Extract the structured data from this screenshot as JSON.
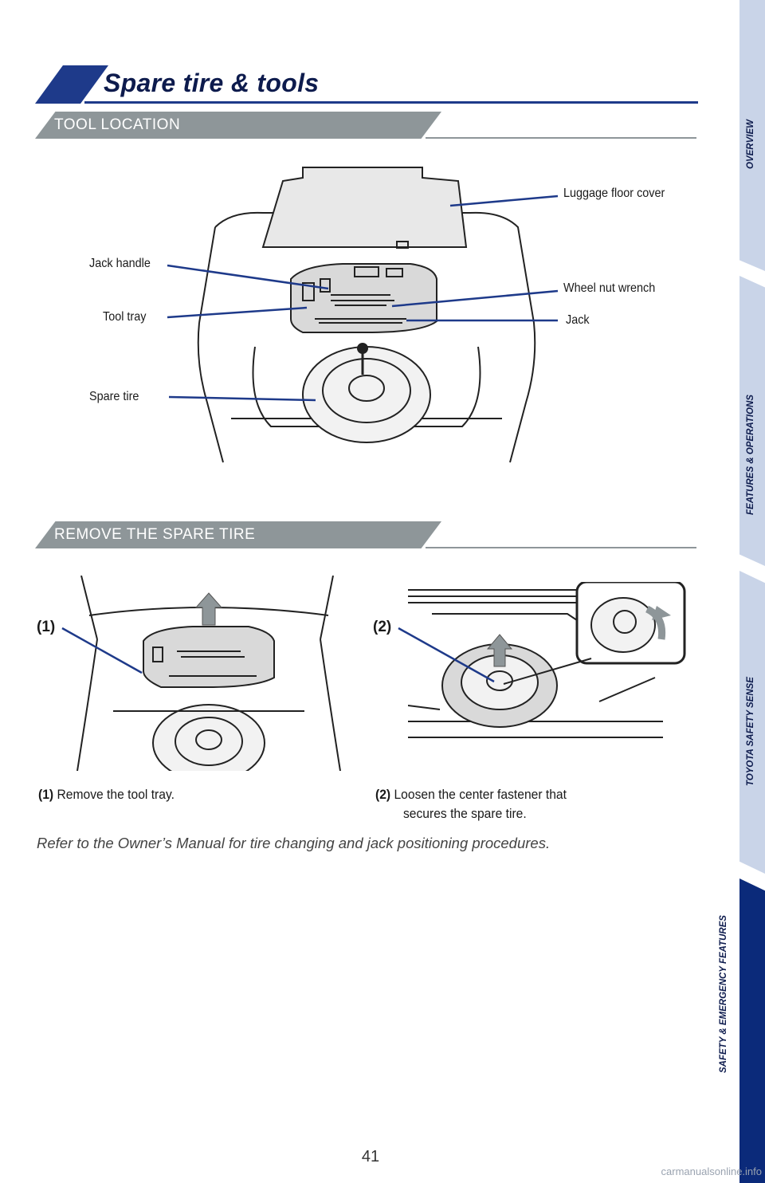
{
  "title": "Spare tire & tools",
  "sections": {
    "tool_location": "TOOL LOCATION",
    "remove_spare": "REMOVE THE SPARE TIRE"
  },
  "callouts": {
    "luggage_floor_cover": "Luggage floor cover",
    "jack_handle": "Jack handle",
    "wheel_nut_wrench": "Wheel nut wrench",
    "tool_tray": "Tool tray",
    "jack": "Jack",
    "spare_tire": "Spare tire"
  },
  "steps": [
    {
      "num": "(1)",
      "text": "Remove the tool tray."
    },
    {
      "num": "(2)",
      "text": "Loosen the center fastener that",
      "text2": "secures the spare tire."
    }
  ],
  "note": "Refer to the Owner’s Manual for tire changing and jack positioning procedures.",
  "page_number": "41",
  "side_tabs": [
    {
      "label": "OVERVIEW",
      "active": false
    },
    {
      "label": "FEATURES & OPERATIONS",
      "active": false
    },
    {
      "label": "TOYOTA SAFETY SENSE",
      "active": false
    },
    {
      "label": "SAFETY & EMERGENCY FEATURES",
      "active": true
    }
  ],
  "watermark": "carmanualsonline.info",
  "colors": {
    "accent": "#1e3a8a",
    "section_gray": "#8e9699",
    "tab_light": "#c9d4e8",
    "tab_active": "#0b2a7a"
  }
}
